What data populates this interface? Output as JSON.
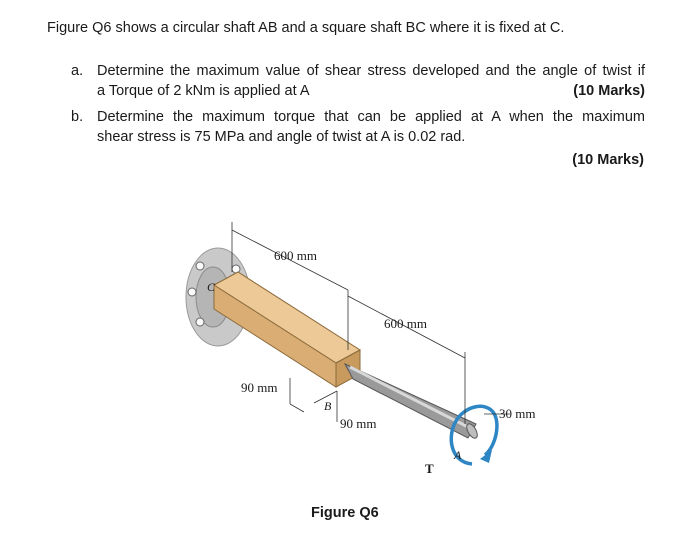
{
  "intro": "Figure Q6 shows a circular shaft AB and a square shaft BC where it is fixed at C.",
  "questions": [
    {
      "label": "a.",
      "line1": "Determine the maximum value of shear stress developed and the angle of twist if",
      "line2": "a Torque of 2 kNm is applied at A",
      "marks": "(10 Marks)"
    },
    {
      "label": "b.",
      "line1": "Determine the maximum torque that can be applied at A when the maximum",
      "line2": "shear stress is 75 MPa and angle of twist at A is 0.02 rad.",
      "marks": "(10 Marks)"
    }
  ],
  "figure": {
    "dim_square_length": "600 mm",
    "dim_circular_length": "600 mm",
    "dim_square_side_left": "90 mm",
    "dim_square_side_bottom": "90 mm",
    "dim_diameter": "30 mm",
    "label_c": "C",
    "label_b": "B",
    "label_a": "A",
    "label_t": "T",
    "caption": "Figure Q6"
  },
  "colors": {
    "wall": "#c9c9c9",
    "square_shaft_top": "#ecc996",
    "square_shaft_front": "#d9ad73",
    "square_shaft_end": "#c99a5e",
    "round_shaft": "#9a9a9a",
    "torque_arrow": "#2f86c4"
  }
}
